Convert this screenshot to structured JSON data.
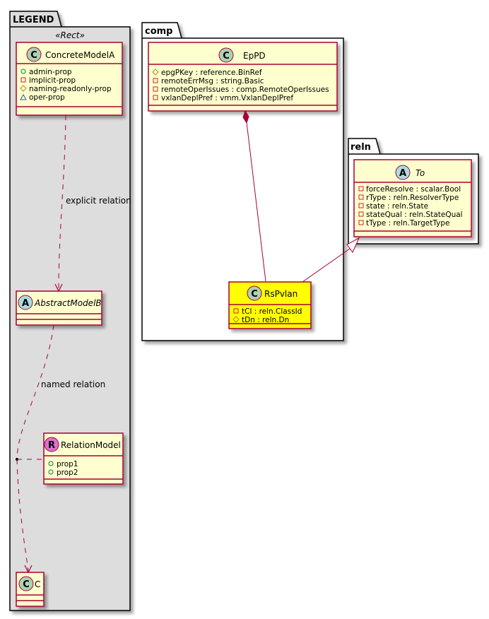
{
  "colors": {
    "class_fill": "#FEFECE",
    "class_border": "#A80036",
    "highlight_fill": "#FFFF00",
    "legend_fill": "#DDDDDD",
    "package_border": "#000000",
    "spot_class": "#ADD1B2",
    "spot_abstract": "#A9DCDF",
    "spot_relation": "#DA70D6",
    "edge": "#A80036",
    "vis_public": "#038048",
    "vis_private": "#C82930",
    "vis_protected": "#B38D22",
    "vis_package": "#1963A0"
  },
  "packages": {
    "legend": {
      "name": "LEGEND",
      "stereotype": "«Rect»"
    },
    "comp": {
      "name": "comp"
    },
    "reln": {
      "name": "reln"
    }
  },
  "classes": {
    "concrete_model_a": {
      "spot": "C",
      "name": "ConcreteModelA",
      "attributes": [
        {
          "visibility": "public",
          "text": "admin-prop"
        },
        {
          "visibility": "private",
          "text": "implicit-prop"
        },
        {
          "visibility": "protected",
          "text": "naming-readonly-prop"
        },
        {
          "visibility": "package",
          "text": "oper-prop"
        }
      ]
    },
    "abstract_model_b": {
      "spot": "A",
      "name": "AbstractModelB",
      "attributes": []
    },
    "relation_model": {
      "spot": "R",
      "name": "RelationModel",
      "attributes": [
        {
          "visibility": "public",
          "text": "prop1"
        },
        {
          "visibility": "public",
          "text": "prop2"
        }
      ]
    },
    "c": {
      "spot": "C",
      "name": "C",
      "attributes": []
    },
    "ep_pd": {
      "spot": "C",
      "name": "EpPD",
      "attributes": [
        {
          "visibility": "protected",
          "text": "epgPKey : reference.BinRef"
        },
        {
          "visibility": "private",
          "text": "remoteErrMsg : string.Basic"
        },
        {
          "visibility": "private",
          "text": "remoteOperIssues : comp.RemoteOperIssues"
        },
        {
          "visibility": "private",
          "text": "vxlanDeplPref : vmm.VxlanDeplPref"
        }
      ]
    },
    "rs_pvlan": {
      "spot": "C",
      "name": "RsPvlan",
      "attributes": [
        {
          "visibility": "private",
          "text": "tCl : reln.ClassId"
        },
        {
          "visibility": "protected",
          "text": "tDn : reln.Dn"
        }
      ]
    },
    "to": {
      "spot": "A",
      "name": "To",
      "attributes": [
        {
          "visibility": "private",
          "text": "forceResolve : scalar.Bool"
        },
        {
          "visibility": "private",
          "text": "rType : reln.ResolverType"
        },
        {
          "visibility": "private",
          "text": "state : reln.State"
        },
        {
          "visibility": "private",
          "text": "stateQual : reln.StateQual"
        },
        {
          "visibility": "private",
          "text": "tType : reln.TargetType"
        }
      ]
    }
  },
  "relations": {
    "explicit": {
      "label": "explicit relation",
      "from": "ConcreteModelA",
      "to": "AbstractModelB",
      "type": "dependency"
    },
    "named": {
      "label": "named relation",
      "from": "AbstractModelB",
      "to": "C",
      "type": "dependency",
      "association_class": "RelationModel"
    },
    "composition": {
      "from": "EpPD",
      "to": "RsPvlan",
      "type": "composition"
    },
    "inheritance": {
      "from": "RsPvlan",
      "to": "To",
      "type": "generalization"
    }
  }
}
